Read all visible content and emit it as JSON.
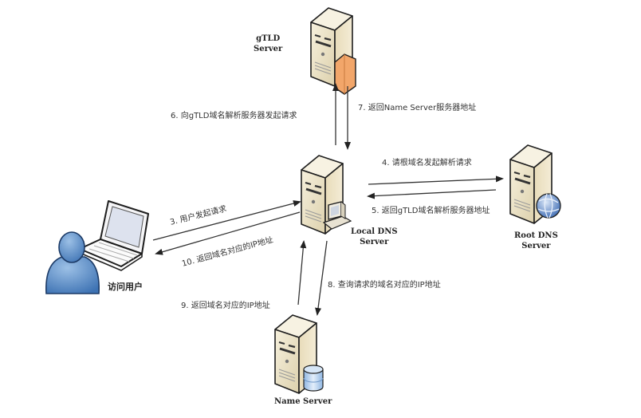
{
  "diagram": {
    "title": "DNS resolution flow",
    "nodes": {
      "gtld": {
        "label_line1": "gTLD",
        "label_line2": "Server",
        "icon": "server-icon",
        "badge": "orange-card"
      },
      "local": {
        "label_line1": "Local DNS",
        "label_line2": "Server",
        "icon": "server-icon",
        "badge": "monitor"
      },
      "root": {
        "label_line1": "Root DNS",
        "label_line2": "Server",
        "icon": "server-icon",
        "badge": "globe"
      },
      "name": {
        "label": "Name Server",
        "icon": "server-icon",
        "badge": "database"
      },
      "user": {
        "label": "访问用户",
        "icon": "user-laptop-icon"
      }
    },
    "steps": {
      "s3": "3. 用户发起请求",
      "s4": "4. 请根域名发起解析请求",
      "s5": "5. 返回gTLD域名解析服务器地址",
      "s6": "6. 向gTLD域名解析服务器发起请求",
      "s7": "7. 返回Name Server服务器地址",
      "s8": "8. 查询请求的域名对应的IP地址",
      "s9": "9. 返回域名对应的IP地址",
      "s10": "10. 返回域名对应的IP地址"
    },
    "colors": {
      "server_body": "#efe6cc",
      "server_side": "#d8cba4",
      "outline": "#1e1e1e",
      "orange_card": "#f2a66a",
      "globe": "#5b86c9",
      "database": "#a9c8ea",
      "user": "#5d8fc7",
      "arrow": "#333333"
    }
  }
}
